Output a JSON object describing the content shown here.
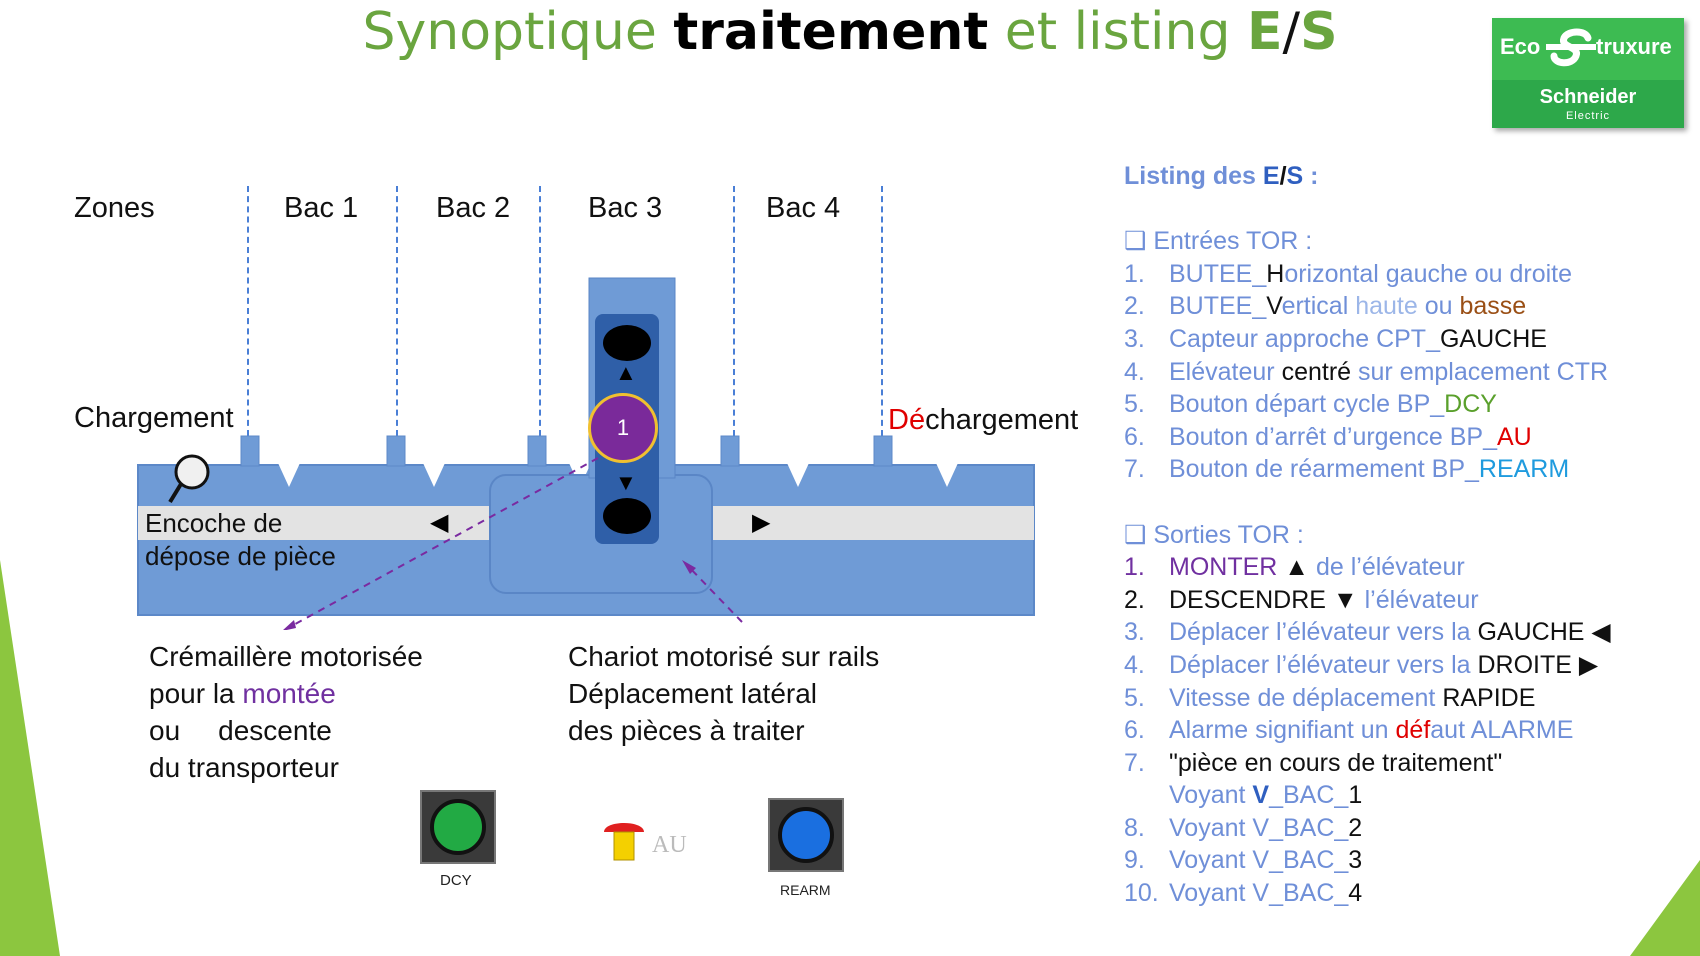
{
  "title": {
    "part1": "Synoptique ",
    "part2": "traitement",
    "part3": " et listing ",
    "part4": "E",
    "part5": "/",
    "part6": "S"
  },
  "logo": {
    "eco": "Eco",
    "truxure": "truxure",
    "schneider": "Schneider",
    "electric": "Electric"
  },
  "zones": {
    "label": "Zones",
    "bac1": "Bac 1",
    "bac2": "Bac 2",
    "bac3": "Bac 3",
    "bac4": "Bac 4",
    "chargement": "Chargement",
    "dechargement_a": "Dé",
    "dechargement_b": "chargement"
  },
  "diagram": {
    "elevator_number": "1",
    "encoche_line1": "Encoche de",
    "encoche_line2": "dépose de pièce",
    "arrow_left": "◀",
    "arrow_right": "▶",
    "arrow_up": "▲",
    "arrow_down": "▼"
  },
  "captions": {
    "cremaillere_1": "Crémaillère motorisée",
    "cremaillere_2a": "pour la ",
    "cremaillere_2b": "montée",
    "cremaillere_3a": "ou",
    "cremaillere_3b": "descente",
    "cremaillere_4": "du transporteur",
    "chariot_1": "Chariot motorisé sur rails",
    "chariot_2": "Déplacement latéral",
    "chariot_3": "des pièces à traiter"
  },
  "buttons": {
    "dcy": "DCY",
    "au": "AU",
    "rearm": "REARM"
  },
  "listing": {
    "heading_a": "Listing des ",
    "heading_b": "E",
    "heading_c": "/",
    "heading_d": "S",
    "heading_e": " :",
    "entrees_title": "❑ Entrées TOR :",
    "sorties_title": "❑ Sorties TOR :",
    "entrees": [
      {
        "num": "1.",
        "a": "BUTEE_",
        "b": "H",
        "c": "orizontal gauche ou droite"
      },
      {
        "num": "2.",
        "a": "BUTEE_",
        "b": "V",
        "c": "ertical ",
        "d": "haute",
        "e": " ou ",
        "f": "basse"
      },
      {
        "num": "3.",
        "a": "Capteur approche CPT_",
        "b": "GAUCHE"
      },
      {
        "num": "4.",
        "a": "Elévateur ",
        "b": "centré",
        "c": " sur emplacement CTR"
      },
      {
        "num": "5.",
        "a": "Bouton départ cycle BP_",
        "b": "DCY"
      },
      {
        "num": "6.",
        "a": "Bouton d’arrêt d’urgence BP_",
        "b": "AU"
      },
      {
        "num": "7.",
        "a": "Bouton de réarmement BP_",
        "b": "REARM"
      }
    ],
    "sorties": [
      {
        "num": "1.",
        "a": "MONTER",
        "b": " ▲ ",
        "c": "de l’élévateur"
      },
      {
        "num": "2.",
        "a": "DESCENDRE",
        "b": " ▼ ",
        "c": "l’élévateur"
      },
      {
        "num": "3.",
        "a": "Déplacer l’élévateur vers la ",
        "b": "GAUCHE ◀"
      },
      {
        "num": "4.",
        "a": "Déplacer l’élévateur vers la ",
        "b": "DROITE ▶"
      },
      {
        "num": "5.",
        "a": "Vitesse de déplacement ",
        "b": "RAPIDE"
      },
      {
        "num": "6.",
        "a": "Alarme signifiant un ",
        "b": "déf",
        "c": "aut ALARME"
      },
      {
        "num": "7.",
        "a": "\"pièce en cours de traitement\""
      },
      {
        "num": "",
        "a": "Voyant ",
        "b": "V",
        "c": "_BAC_",
        "d": "1"
      },
      {
        "num": "8.",
        "a": "Voyant V_BAC_",
        "b": "2"
      },
      {
        "num": "9.",
        "a": "Voyant V_BAC_",
        "b": "3"
      },
      {
        "num": "10.",
        "a": "Voyant V_BAC_",
        "b": "4"
      }
    ]
  },
  "colors": {
    "title_green": "#6aa53f",
    "diagram_blue": "#6f9bd6",
    "rail_grey": "#e3e3e3",
    "elevator_purple": "#7a2a9a",
    "listing_blue": "#6f8fd8",
    "logo_green": "#3dbb52"
  }
}
